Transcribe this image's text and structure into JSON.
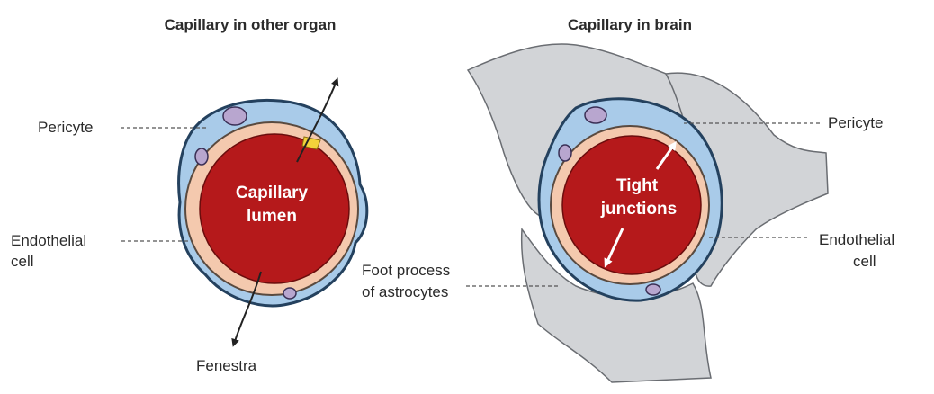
{
  "left": {
    "title": "Capillary in other organ",
    "lumen_line1": "Capillary",
    "lumen_line2": "lumen",
    "pericyte": "Pericyte",
    "endothelial_line1": "Endothelial",
    "endothelial_line2": "cell",
    "fenestra": "Fenestra"
  },
  "right": {
    "title": "Capillary in brain",
    "tight_line1": "Tight",
    "tight_line2": "junctions",
    "pericyte": "Pericyte",
    "endothelial_line1": "Endothelial",
    "endothelial_line2": "cell",
    "foot_line1": "Foot process",
    "foot_line2": "of astrocytes"
  },
  "colors": {
    "lumen": "#b5191b",
    "endothelium": "#f4c9ae",
    "pericyte": "#a9cbe9",
    "outline": "#24415e",
    "astrocyte": "#d2d4d7",
    "nucleus": "#b8a6cf"
  }
}
